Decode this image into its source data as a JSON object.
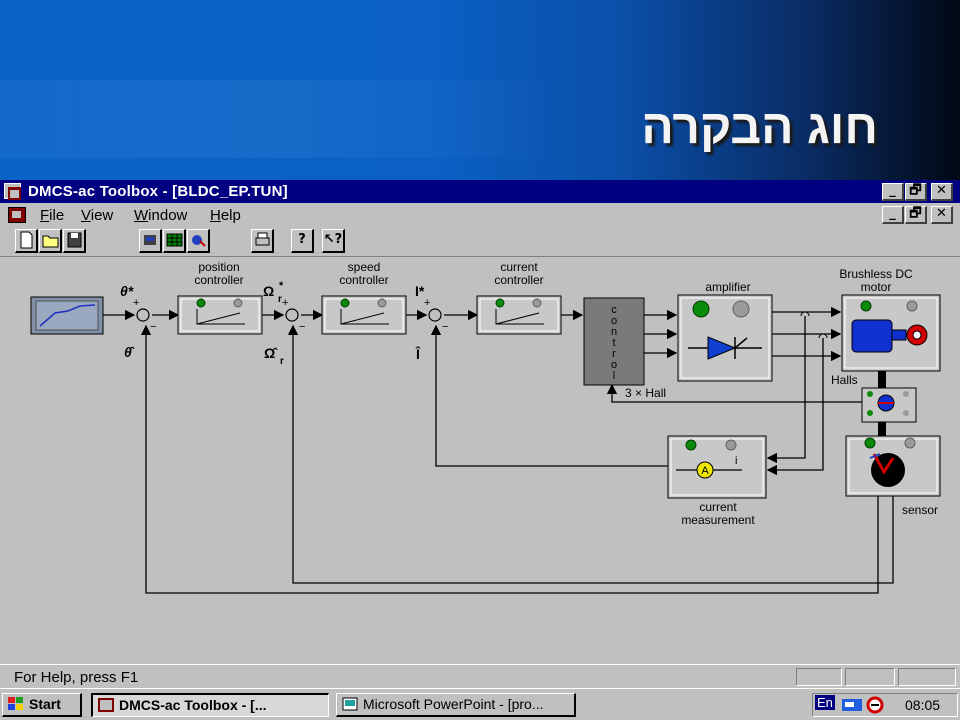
{
  "slide": {
    "title": "חוג הבקרה"
  },
  "window": {
    "title": "DMCS-ac Toolbox  - [BLDC_EP.TUN]",
    "caption_buttons": [
      "_",
      "🗗",
      "✕"
    ]
  },
  "menu": {
    "items": [
      {
        "label": "File",
        "accel": "F",
        "rest": "ile"
      },
      {
        "label": "View",
        "accel": "V",
        "rest": "iew"
      },
      {
        "label": "Window",
        "accel": "W",
        "rest": "indow"
      },
      {
        "label": "Help",
        "accel": "H",
        "rest": "elp"
      }
    ]
  },
  "toolbar": {
    "buttons": [
      "new-file-icon",
      "open-folder-icon",
      "save-disk-icon",
      "connect-icon",
      "grid-icon",
      "tune-icon",
      "print-icon",
      "help-icon",
      "context-help-icon"
    ]
  },
  "diagram": {
    "blocks": {
      "position_controller": "position\ncontroller",
      "speed_controller": "speed\ncontroller",
      "current_controller": "current\ncontroller",
      "amplifier": "amplifier",
      "motor": "Brushless DC\nmotor",
      "control": "control",
      "halls": "Halls",
      "hall_bus": "3 × Hall",
      "current_measurement": "current\nmeasurement",
      "sensor": "sensor"
    },
    "signals": {
      "theta_ref": "θ*",
      "theta_hat": "θ̂",
      "omega_ref": "Ω",
      "omega_sub": "r",
      "omega_hat": "Ω̂",
      "current_ref": "I*",
      "current_hat": "Î",
      "meas_i": "i",
      "meas_a": "A"
    },
    "signs": {
      "plus": "+",
      "minus": "−"
    },
    "colors": {
      "led_on": "#0a8a0a",
      "led_off": "#9a9a9a",
      "motor": "#1030d0",
      "diode": "#1040d0",
      "sensor": "#d00000"
    }
  },
  "status": {
    "help_text": "For Help, press F1"
  },
  "taskbar": {
    "start": "Start",
    "tasks": [
      "DMCS-ac Toolbox  - [...",
      "Microsoft PowerPoint - [pro..."
    ],
    "tray": {
      "lang": "En",
      "time": "08:05"
    }
  }
}
